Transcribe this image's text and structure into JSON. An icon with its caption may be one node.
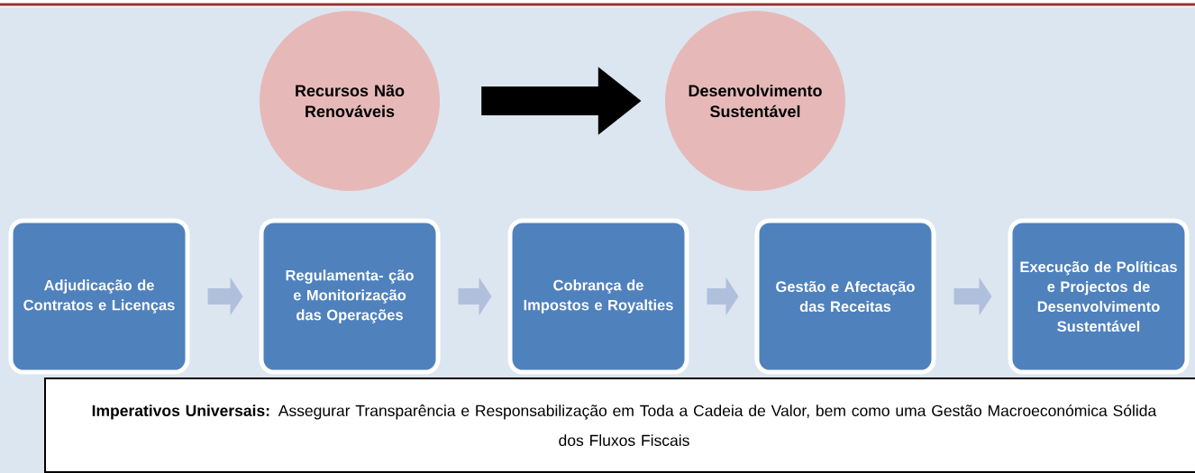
{
  "diagram": {
    "nodes": [
      {
        "text": [
          "Recursos Não Renováveis"
        ]
      },
      {
        "text": [
          "Desenvolvimento Sustentável"
        ]
      },
      {
        "text": [
          "Adjudicação de Contratos e Licenças"
        ]
      },
      {
        "text": [
          "Regulamenta- ção e Monitorização das Operações"
        ]
      },
      {
        "text": [
          "Cobrança de Impostos e Royalties"
        ]
      },
      {
        "text": [
          "Gestão e Afectação das Receitas"
        ]
      },
      {
        "text": [
          "Execução de Políticas e Projectos de Desenvolvimento Sustentável"
        ]
      },
      {
        "text": [
          "**Imperativos Universais:** Assegurar Transparência e Responsabilização em Toda a Cadeia de Valor, bem como uma Gestão Macroeconómica Sólida dos Fluxos Fiscais"
        ]
      }
    ],
    "edges": [
      {
        "from": 0,
        "to": 1,
        "arrow": "to",
        "color": "#000000"
      },
      {
        "from": 2,
        "to": 3,
        "arrow": "to"
      },
      {
        "from": 3,
        "to": 4,
        "arrow": "to"
      },
      {
        "from": 4,
        "to": 5,
        "arrow": "to"
      },
      {
        "from": 5,
        "to": 6,
        "arrow": "to"
      }
    ]
  }
}
